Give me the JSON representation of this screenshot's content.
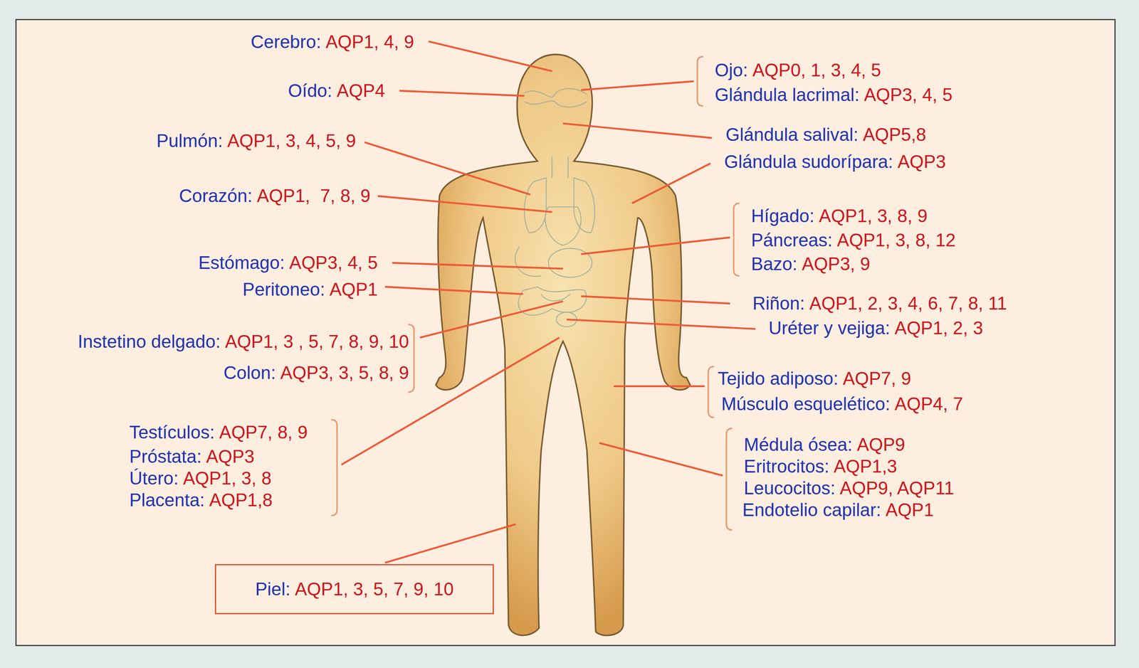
{
  "diagram": {
    "nodes": [
      {
        "text": [
          "Piel:",
          "AQP1, 3, 5, 7, 9, 10"
        ]
      }
    ],
    "labels": [
      "Cerebro:",
      "AQP1, 4, 9",
      "Oído:",
      "AQP4",
      "Pulmón:",
      "AQP1, 3, 4, 5, 9",
      "Corazón:",
      "AQP1,  7, 8, 9",
      "Estómago:",
      "AQP3, 4, 5",
      "Peritoneo:",
      "AQP1",
      "Instetino delgado:",
      "AQP1, 3 , 5, 7, 8, 9, 10",
      "Colon:",
      "AQP3, 3, 5, 8, 9",
      "Testículos:",
      "AQP7, 8, 9",
      "Próstata:",
      "AQP3",
      "Útero:",
      "AQP1, 3, 8",
      "Placenta:",
      "AQP1,8",
      "Ojo:",
      "AQP0, 1, 3, 4, 5",
      "Glándula lacrimal:",
      "AQP3, 4, 5",
      "Glándula salival:",
      "AQP5,8",
      "Glándula sudorípara:",
      "AQP3",
      "Hígado:",
      "AQP1, 3, 8, 9",
      "Páncreas:",
      "AQP1, 3, 8, 12",
      "Bazo:",
      "AQP3, 9",
      "Riñon:",
      "AQP1, 2, 3, 4, 6, 7, 8, 11",
      "Uréter y vejiga:",
      "AQP1, 2, 3",
      "Tejido adiposo:",
      "AQP7, 9",
      "Músculo esquelético:",
      "AQP4, 7",
      "Médula ósea:",
      "AQP9",
      "Eritrocitos:",
      "AQP1,3",
      "Leucocitos:",
      "AQP9, AQP11",
      "Endotelio capilar:",
      "AQP1"
    ]
  }
}
